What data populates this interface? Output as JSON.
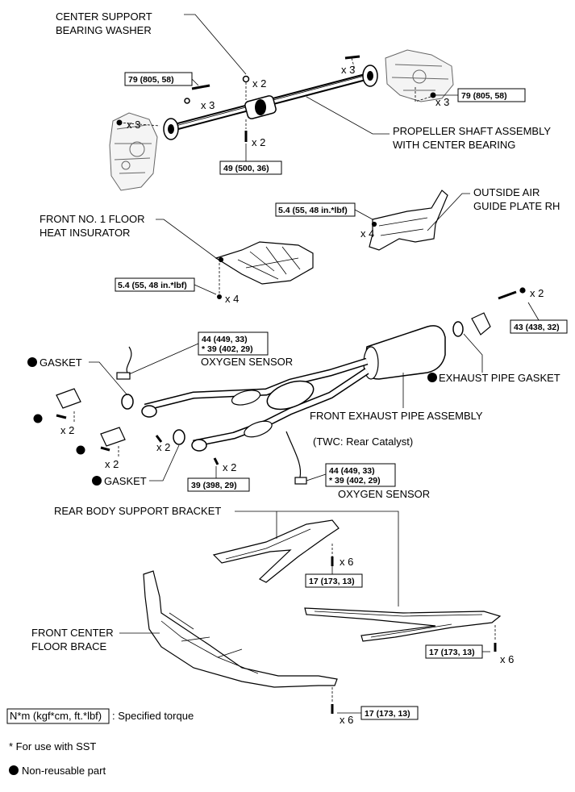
{
  "labels": {
    "center_support_washer": [
      "CENTER SUPPORT",
      "BEARING WASHER"
    ],
    "propeller_shaft": [
      "PROPELLER SHAFT ASSEMBLY",
      "WITH CENTER BEARING"
    ],
    "outside_air_guide": [
      "OUTSIDE AIR",
      "GUIDE PLATE RH"
    ],
    "front_floor_insulator": [
      "FRONT NO. 1 FLOOR",
      "HEAT INSURATOR"
    ],
    "gasket_top": "GASKET",
    "gasket_bottom": "GASKET",
    "oxygen_sensor_top": "OXYGEN SENSOR",
    "oxygen_sensor_bottom": "OXYGEN SENSOR",
    "exhaust_pipe_gasket": "EXHAUST PIPE GASKET",
    "front_exhaust_pipe": "FRONT EXHAUST PIPE ASSEMBLY",
    "twc_note": "(TWC: Rear Catalyst)",
    "rear_body_bracket": "REAR BODY SUPPORT BRACKET",
    "front_center_brace": [
      "FRONT CENTER",
      "FLOOR BRACE"
    ]
  },
  "torques": {
    "prop_left": "79 (805, 58)",
    "prop_right": "79 (805, 58)",
    "center_bearing": "49 (500, 36)",
    "air_guide": "5.4 (55, 48 in.*lbf)",
    "insulator": "5.4 (55, 48 in.*lbf)",
    "exhaust_rear": "43 (438, 32)",
    "o2_top": [
      "44 (449, 33)",
      "* 39 (402, 29)"
    ],
    "o2_bottom": [
      "44 (449, 33)",
      "* 39 (402, 29)"
    ],
    "pipe_nut": "39 (398, 29)",
    "bracket_top": "17 (173, 13)",
    "bracket_right": "17 (173, 13)",
    "brace_bottom": "17 (173, 13)"
  },
  "quantities": {
    "washer": "x 2",
    "prop_left_bolt": "x 3",
    "prop_left_nut": "x 3",
    "prop_right_bolt": "x 3",
    "prop_right_nut": "x 3",
    "center_bearing": "x 2",
    "air_guide": "x 4",
    "insulator": "x 4",
    "exhaust_rear": "x 2",
    "left_nut_top": "x 2",
    "left_nut_bottom": "x 2",
    "mid_nut": "x 2",
    "pipe_nut": "x 2",
    "bracket_top": "x 6",
    "bracket_right": "x 6",
    "brace_bottom": "x 6"
  },
  "legend": {
    "torque_box": "N*m (kgf*cm, ft.*lbf)",
    "torque_text": ": Specified torque",
    "sst_note": "* For use with SST",
    "non_reusable": "Non-reusable part"
  }
}
